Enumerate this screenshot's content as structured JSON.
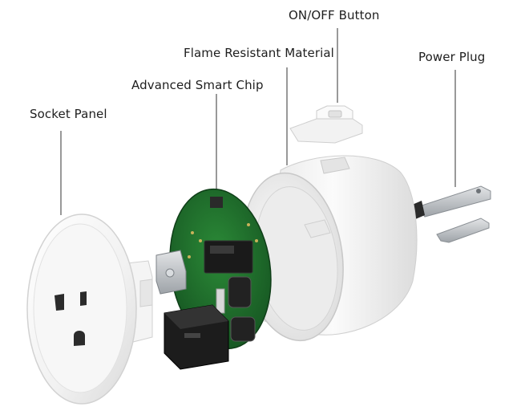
{
  "labels": {
    "onoff_button": "ON/OFF Button",
    "flame_resistant": "Flame Resistant Material",
    "power_plug": "Power Plug",
    "smart_chip": "Advanced Smart Chip",
    "socket_panel": "Socket Panel"
  },
  "colors": {
    "label_text": "#1e1e1e",
    "leader_line": "#333333",
    "plastic": "#f3f3f3",
    "pcb": "#1f6b2a",
    "metal": "#b8bcc0",
    "relay": "#1a1a1a"
  }
}
